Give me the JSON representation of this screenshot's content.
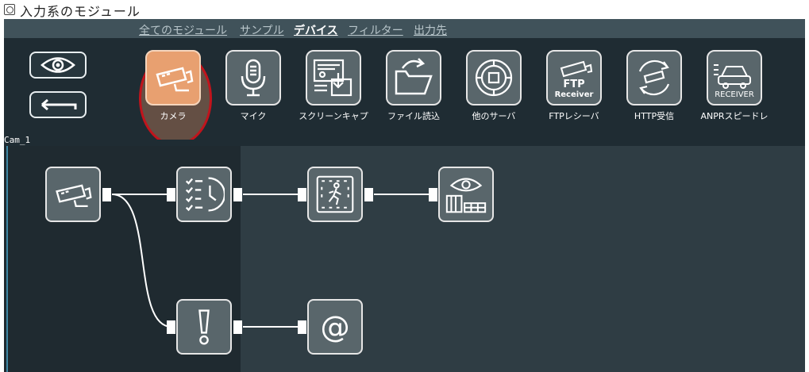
{
  "window": {
    "title": "入力系のモジュール"
  },
  "tabs": [
    {
      "label": "全てのモジュール",
      "active": false
    },
    {
      "label": "サンプル",
      "active": false
    },
    {
      "label": "デバイス",
      "active": true
    },
    {
      "label": "フィルター",
      "active": false
    },
    {
      "label": "出力先",
      "active": false
    }
  ],
  "toolbar": {
    "view_icon": "eye-icon",
    "back_icon": "back-arrow-icon"
  },
  "modules": [
    {
      "label": "カメラ",
      "icon": "camera-icon",
      "selected": true
    },
    {
      "label": "マイク",
      "icon": "microphone-icon",
      "selected": false
    },
    {
      "label": "スクリーンキャプ",
      "icon": "screen-capture-icon",
      "selected": false
    },
    {
      "label": "ファイル読込",
      "icon": "folder-load-icon",
      "selected": false
    },
    {
      "label": "他のサーバ",
      "icon": "other-server-icon",
      "selected": false
    },
    {
      "label": "FTPレシーバ",
      "icon": "ftp-receiver-icon",
      "selected": false
    },
    {
      "label": "HTTP受信",
      "icon": "http-receive-icon",
      "selected": false
    },
    {
      "label": "ANPRスピードレ",
      "icon": "anpr-receiver-icon",
      "selected": false
    }
  ],
  "ftp_text": {
    "line1": "FTP",
    "line2": "Receiver"
  },
  "receiver_text": "RECEIVER",
  "canvas": {
    "name": "Cam_1",
    "nodes": [
      {
        "id": "camera",
        "icon": "camera-icon"
      },
      {
        "id": "schedule",
        "icon": "schedule-icon"
      },
      {
        "id": "motion",
        "icon": "motion-detector-icon"
      },
      {
        "id": "viewer",
        "icon": "viewer-icon"
      },
      {
        "id": "alert",
        "icon": "alert-icon"
      },
      {
        "id": "email",
        "icon": "email-icon",
        "glyph": "@"
      }
    ]
  },
  "colors": {
    "accent_selected": "#e8a070",
    "selection_ring": "#c1141c",
    "tile": "#59666b",
    "background": "#1f2c33"
  }
}
